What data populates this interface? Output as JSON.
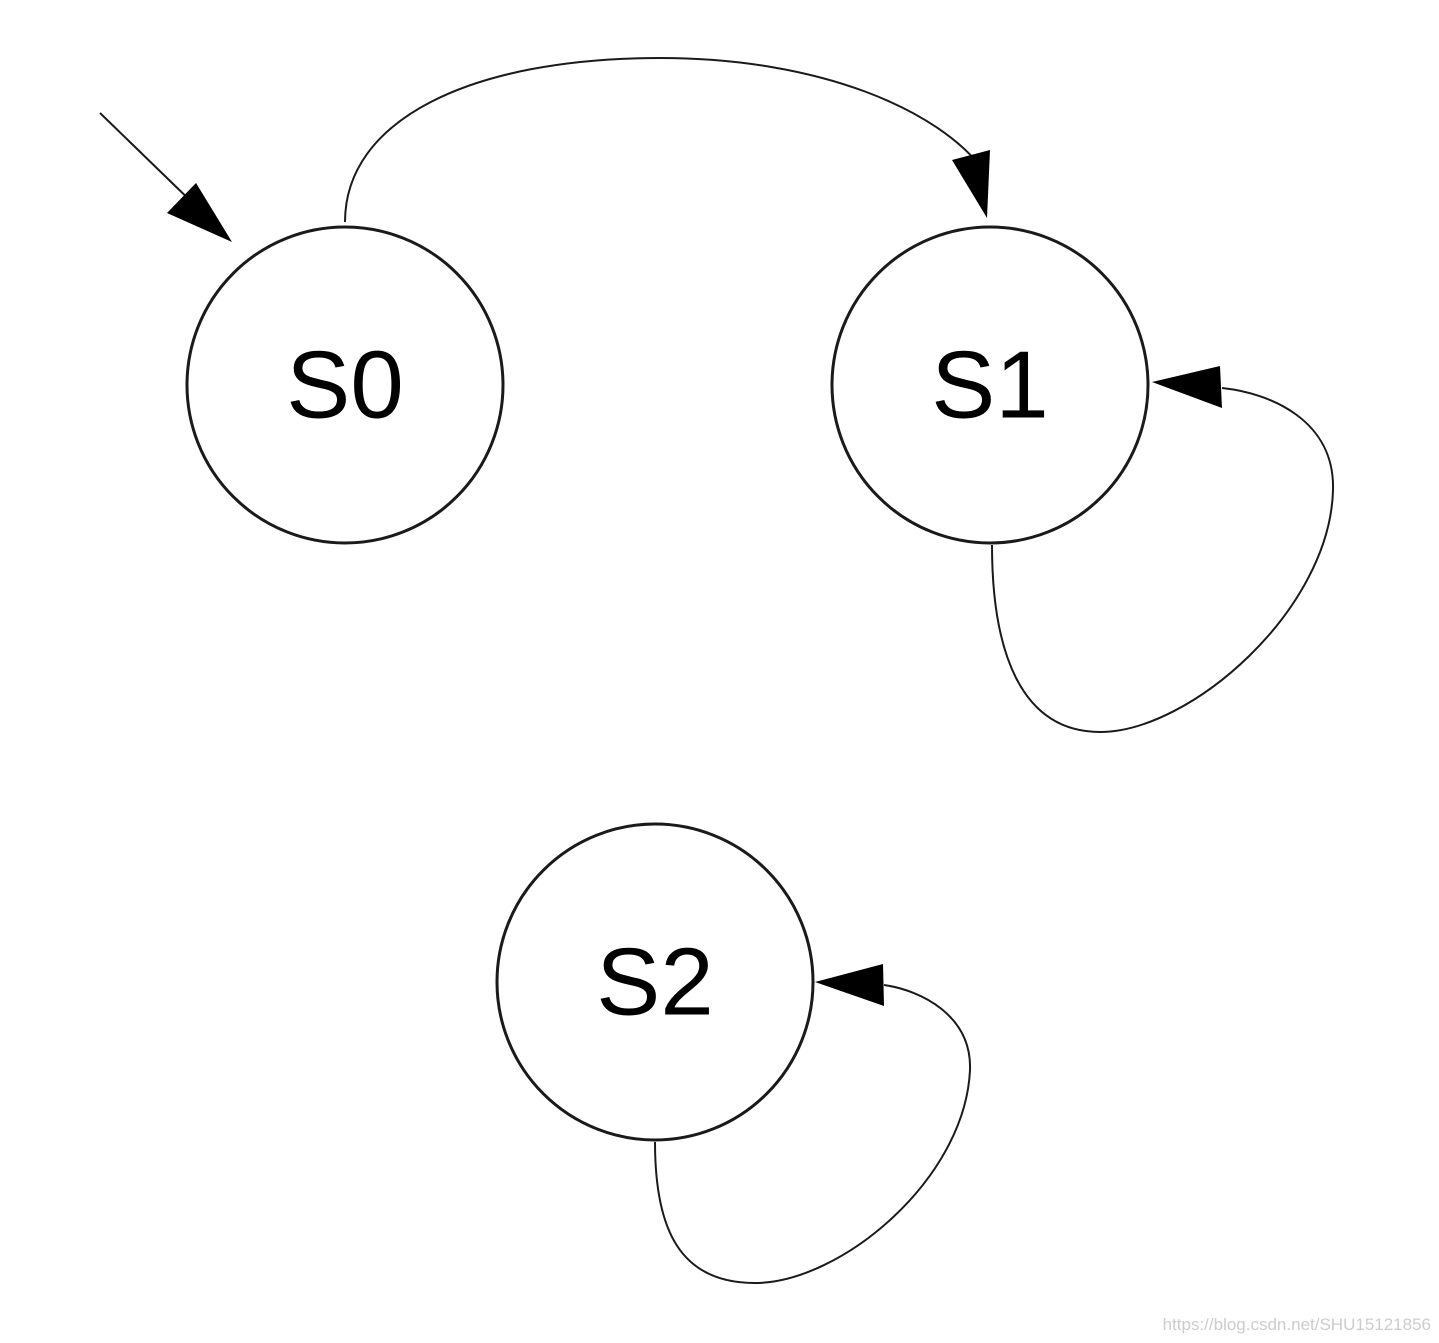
{
  "diagram": {
    "type": "state-machine",
    "states": [
      {
        "id": "S0",
        "label": "S0",
        "initial": true
      },
      {
        "id": "S1",
        "label": "S1"
      },
      {
        "id": "S2",
        "label": "S2"
      }
    ],
    "transitions": [
      {
        "from": "S0",
        "to": "S1"
      },
      {
        "from": "S1",
        "to": "S1"
      },
      {
        "from": "S2",
        "to": "S2"
      }
    ]
  },
  "watermark": "https://blog.csdn.net/SHU15121856",
  "colors": {
    "stroke": "#1a1a1a",
    "text": "#000000",
    "background": "#ffffff",
    "watermark": "#cccccc"
  }
}
